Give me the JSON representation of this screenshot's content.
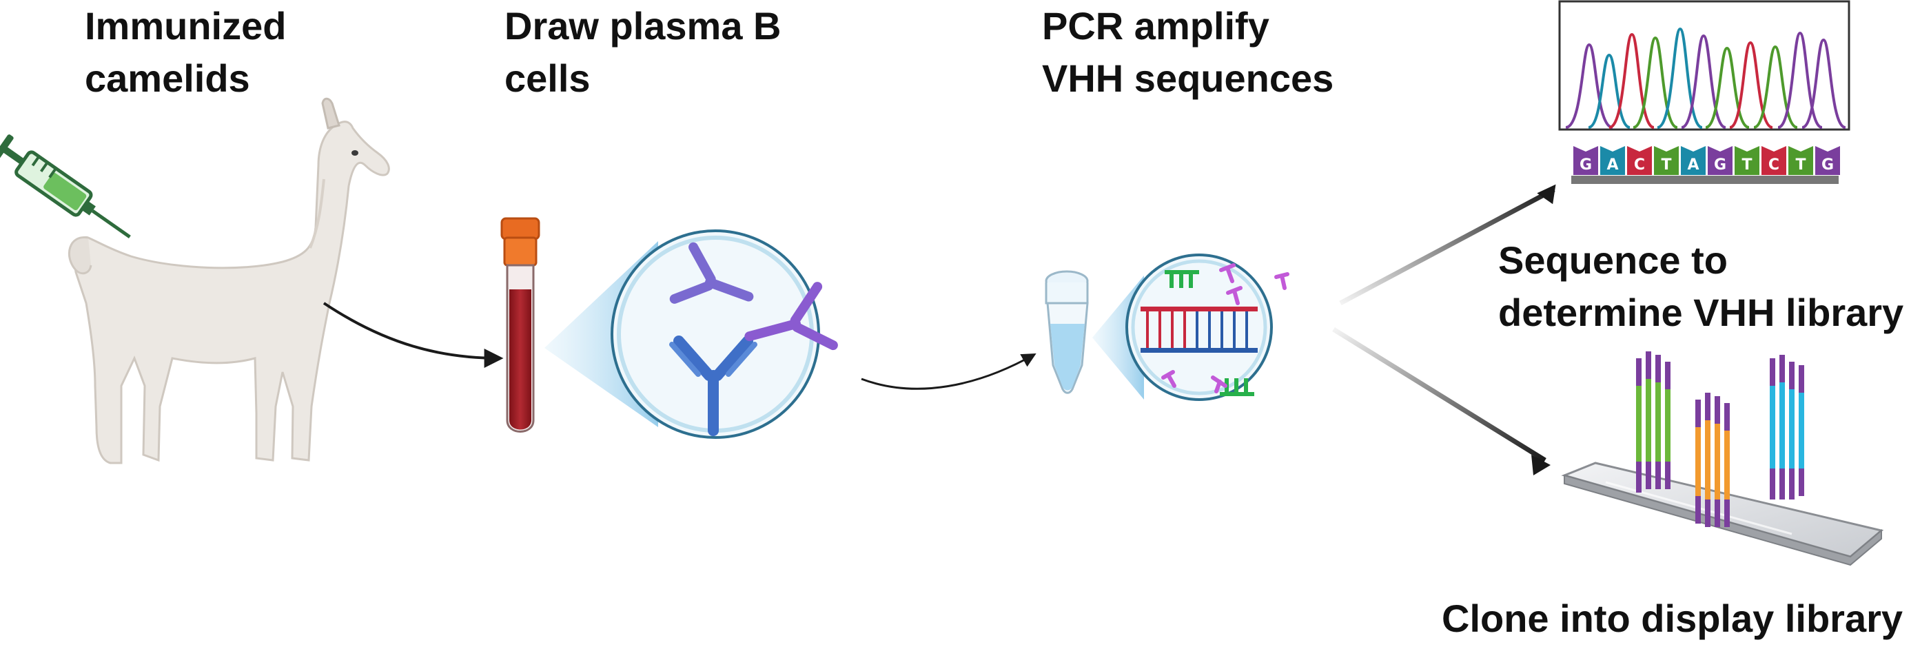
{
  "steps": {
    "immunize": {
      "line1": "Immunized",
      "line2": "camelids"
    },
    "draw": {
      "line1": "Draw plasma B",
      "line2": "cells"
    },
    "pcr": {
      "line1": "PCR amplify",
      "line2": "VHH sequences"
    },
    "sequence": {
      "line1": "Sequence to",
      "line2": "determine VHH library"
    },
    "clone": {
      "line1": "Clone into display library"
    }
  },
  "dna_bases": [
    "G",
    "A",
    "C",
    "T",
    "A",
    "G",
    "T",
    "C",
    "T",
    "G"
  ],
  "colors": {
    "base_G": "#7a3e9d",
    "base_A": "#1b8aa8",
    "base_C": "#c8283e",
    "base_T": "#4e9a2c",
    "blood": "#9b1b22",
    "cap": "#e8651c",
    "antibody_blue": "#3f6fc7",
    "antibody_purple": "#8a5bd0",
    "arrow": "#1a1a1a"
  }
}
